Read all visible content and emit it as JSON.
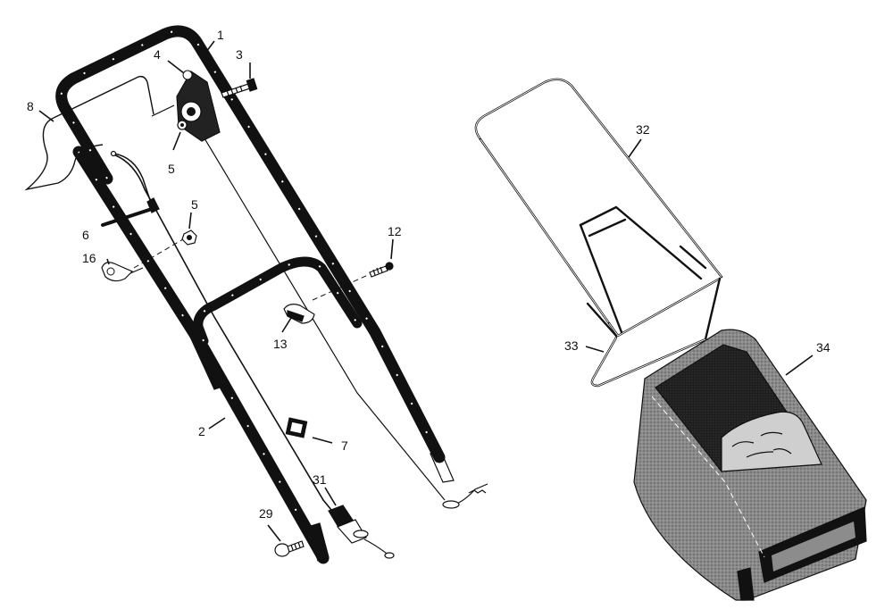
{
  "diagram": {
    "callouts": {
      "c1": "1",
      "c2": "2",
      "c3": "3",
      "c4": "4",
      "c5a": "5",
      "c5b": "5",
      "c6": "6",
      "c7": "7",
      "c8": "8",
      "c12": "12",
      "c13": "13",
      "c16": "16",
      "c29": "29",
      "c31": "31",
      "c32": "32",
      "c33": "33",
      "c34": "34"
    },
    "colors": {
      "ink": "#111111",
      "bag": "#8c8c8c",
      "bag_dark": "#2b2b2b",
      "paper": "#ffffff"
    }
  }
}
